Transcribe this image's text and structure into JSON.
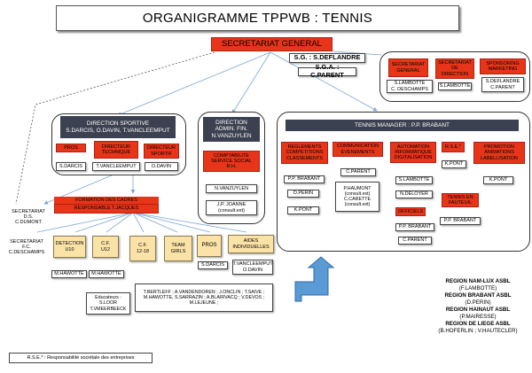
{
  "title": "ORGANIGRAMME TPPWB : TENNIS",
  "secretariat": {
    "label": "SECRETARIAT GENERAL",
    "sg": "S.G. : S.DEFLANDRE",
    "sga": "S.G.A. : C.PARENT"
  },
  "top_right": {
    "secr_general": "SECRETARIAT\nGENERAL",
    "secr_general_names": "S.LAMBOTTE\nC. DESCHAMPS",
    "secr_direction": "SECRETARIAT\nDE\nDIRECTION",
    "secr_direction_names": "S.LAMBOTTE",
    "sponsoring": "SPONSORING\nMARKETING",
    "sponsoring_names": "S.DEFLANDRE\nC.PARENT"
  },
  "direction_sportive": {
    "header": "DIRECTION SPORTIVE\nS.DARCIS, O.DAVIN, T.VANCLEEMPUT",
    "pros": "PROS",
    "dir_tech": "DIRECTEUR\nTECHNIQUE",
    "dir_sport": "DIRECTEUR\nSPORTIF",
    "darcis": "S.DARCIS",
    "vancleemput": "T.VANCLEEMPUT",
    "davin": "O.DAVIN"
  },
  "direction_admin": {
    "header": "DIRECTION\nADMIN. FIN.\nN.VANZUYLEN",
    "compta": "COMPTABILITE\nSERVICE SOCIAL\nR.H.",
    "name1": "N.VANZUYLEN",
    "name2": "J.P. JOANNE\n(consult.ext)"
  },
  "tennis_manager": {
    "header": "TENNIS MANAGER : P.P. BRABANT",
    "reglements": "REGLEMENTS\nCOMPETITIONS\nCLASSEMENTS",
    "reg_names": [
      "P.P. BRABANT",
      "D.PERIN",
      "K.PONT"
    ],
    "communication": "COMMUNICATION\nEVENEMENTS",
    "comm_name": "C.PARENT",
    "comm_names2": "P.HAUMONT\n(consult.ext)\nC.CARETTE\n(consult.ext)",
    "automation": "AUTOMATION\nINFORMATIQUE\nDIGITALISATION",
    "auto_names": [
      "S.LAMBOTTE",
      "N.DELOYER"
    ],
    "officiels": "OFFICIELS",
    "off_names": [
      "P.P. BRABANT",
      "C.PARENT"
    ],
    "rse": "R.S.E.*",
    "rse_name": "K.PONT",
    "promotion": "PROMOTION\nANIMATIONS\nLABELLISATION",
    "promo_name": "K.PONT",
    "fauteuil": "TENNIS EN\nFAUTEUIL",
    "fauteuil_name": "P.P. BRABANT"
  },
  "left": {
    "secr_ds": "SECRETARIAT\nD.S.\nC.DUMONT",
    "secr_fc": "SECRETARIAT\nF.C.\nC.DESCHAMPS"
  },
  "formation": {
    "header": "FORMATION DES CADRES",
    "responsable": "RESPONSABLE T.JACQUES",
    "detection": "DETECTION\nU10",
    "cf_u12": "C.F.\nU12",
    "cf_1218": "C.F.\n12-18",
    "team_girls": "TEAM\nGIRLS",
    "pros": "PROS",
    "aides": "AIDES\nINDIVIDUELLES",
    "hawotte1": "M.HAWOTTE",
    "hawotte2": "M.HAWOTTE",
    "educateurs": "Educateurs :\nS.LOOR\nT.VMEERBEECK",
    "darcis": "S.DARCIS",
    "aides_names": "T.VANCLEEMPUT\nO.DAVIN",
    "team_list": "T.BERTLEFF ; A.VANDENDOREN ; J.ONCLIN ; T.SAIVE ;\nM.HAWOTTE, S.SARRAZIN ; A.BLAIRVACQ ; V.DEVOS ;\nM.LEJEUNE ;"
  },
  "regions": [
    {
      "name": "REGION NAM-LUX ASBL",
      "person": "(F.LAMBOTTE)"
    },
    {
      "name": "REGION BRABANT ASBL",
      "person": "(D.PERIN)"
    },
    {
      "name": "REGION HAINAUT ASBL",
      "person": "(P.MAIRESSE)"
    },
    {
      "name": "REGION DE LIEGE ASBL",
      "person": "(B.HOFERLIN ; V.HAUTECLER)"
    }
  ],
  "footnote": "R.S.E.* : Responsabilité sociétale des entreprises",
  "colors": {
    "red": "#e8351a",
    "dark": "#3b4150",
    "yellow": "#fbe3a8",
    "arrow": "#4a90d9"
  }
}
